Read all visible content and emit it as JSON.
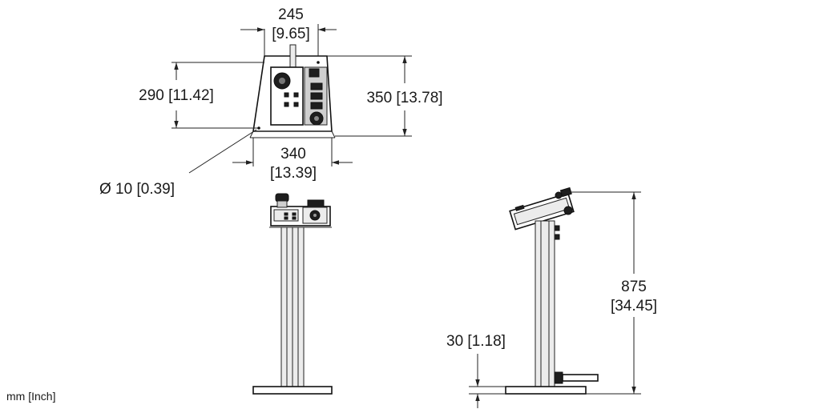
{
  "dimensions": {
    "top_width_mm": "245",
    "top_width_in": "[9.65]",
    "panel_height": "290 [11.42]",
    "housing_height": "350 [13.78]",
    "base_width_mm": "340",
    "base_width_in": "[13.39]",
    "hole_diameter": "Ø 10 [0.39]",
    "total_height_mm": "875",
    "total_height_in": "[34.45]",
    "foot_height": "30 [1.18]"
  },
  "units_note": "mm [Inch]"
}
